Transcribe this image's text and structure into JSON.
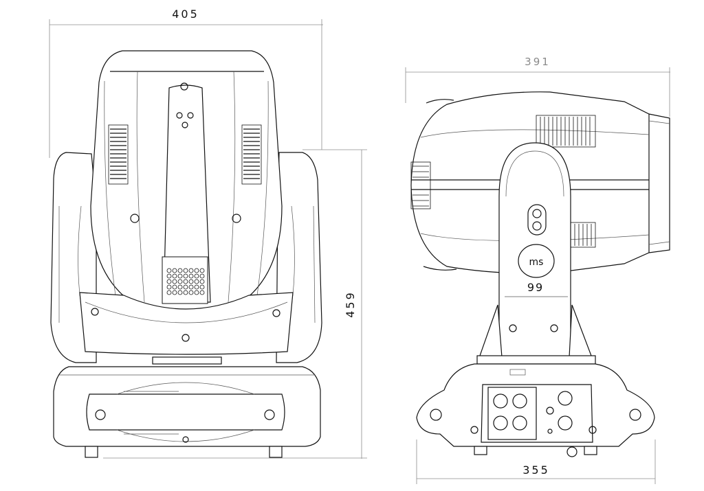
{
  "dimensions": {
    "front_width": "405",
    "side_depth": "391",
    "height": "459",
    "base_width": "355"
  },
  "labels": {
    "logo_text": "ms",
    "model_number": "99"
  },
  "colors": {
    "line": "#111111",
    "dimension_line": "#8c8c8c",
    "dimension_text_grey": "#8a8a8a",
    "background": "#ffffff"
  }
}
